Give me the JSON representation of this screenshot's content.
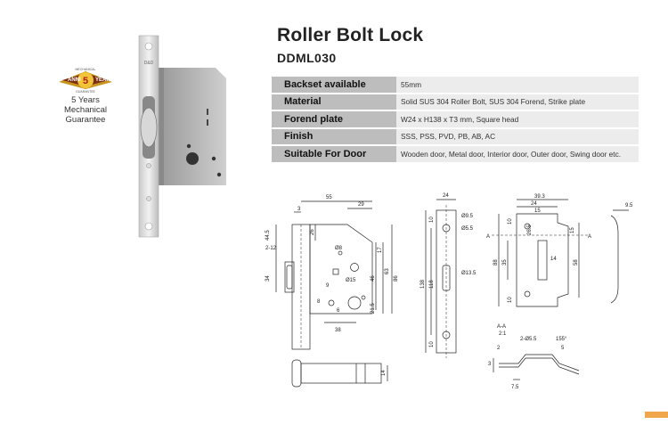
{
  "badge": {
    "line1": "MECHANICAL",
    "line2": "ANNI",
    "line3": "5",
    "line4": "YEARS",
    "line5": "GUARANTEE"
  },
  "warranty": {
    "line1": "5 Years",
    "line2": "Mechanical",
    "line3": "Guarantee"
  },
  "product_brand": "D&D",
  "title": "Roller Bolt Lock",
  "model": "DDML030",
  "specs": [
    {
      "label": "Backset available",
      "value": "55mm"
    },
    {
      "label": "Material",
      "value": "Solid SUS 304 Roller Bolt, SUS 304 Forend, Strike plate"
    },
    {
      "label": "Forend plate",
      "value": "W24 x H138 x T3 mm, Square head"
    },
    {
      "label": "Finish",
      "value": "SSS, PSS, PVD, PB, AB, AC"
    },
    {
      "label": "Suitable For Door",
      "value": "Wooden door, Metal door,  Interior door, Outer door, Swing door etc."
    }
  ],
  "dims": {
    "d55": "55",
    "d29": "29",
    "d3": "3",
    "d26": "26",
    "d44_5": "44.5",
    "d2_12": "2-12",
    "d34": "34",
    "d8": "Ø8",
    "d15": "Ø15",
    "d9": "9",
    "d8b": "8",
    "d38": "38",
    "d17": "17",
    "d63": "63",
    "d46": "46",
    "d86": "86",
    "d21_5": "21.5",
    "d6": "6",
    "f24": "24",
    "f9_5": "Ø9.5",
    "f5_5": "Ø5.5",
    "f13_5": "Ø13.5",
    "f138": "138",
    "f118": "118",
    "f10": "10",
    "f10b": "10",
    "s39_3": "39.3",
    "s24": "24",
    "s15": "15",
    "s10": "10",
    "s26_5": "26.5",
    "s88": "88",
    "s35": "35",
    "s14": "14",
    "s58": "58",
    "s10b": "10",
    "s15b": "15",
    "sA": "A",
    "sA2": "A",
    "e9_5": "9.5",
    "sec_label": "A-A",
    "sec_scale": "2:1",
    "sec_holes": "2-Ø5.5",
    "sec_angle": "155°",
    "sec_5": "5",
    "sec_3": "3",
    "sec_2": "2",
    "sec_7_5": "7.5",
    "rb14": "14"
  },
  "colors": {
    "accent": "#f0a64a",
    "label_bg": "#bdbdbd",
    "value_bg": "#ececec"
  }
}
